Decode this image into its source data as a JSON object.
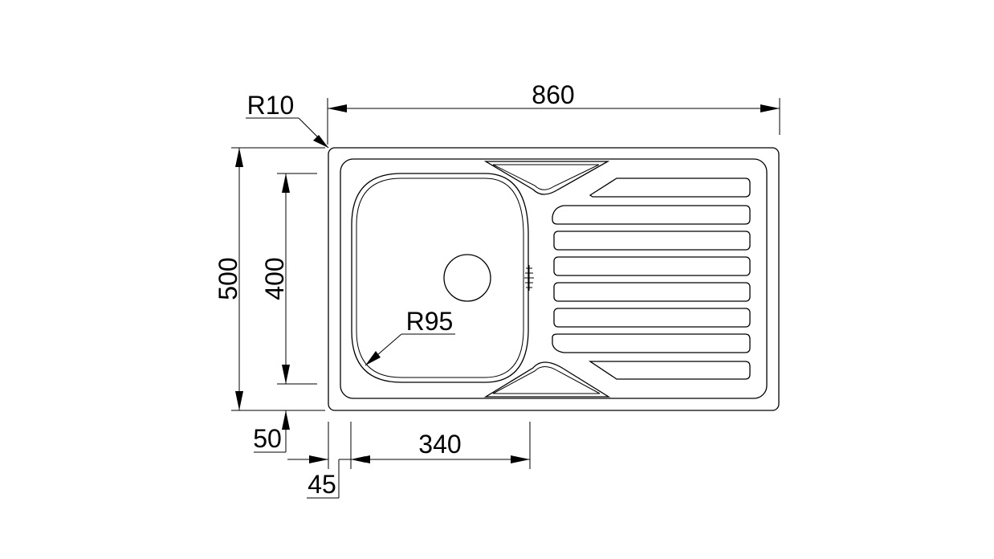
{
  "dimensions": {
    "total_width": "860",
    "total_height": "500",
    "bowl_height": "400",
    "bottom_offset": "50",
    "bowl_width": "340",
    "left_offset": "45",
    "corner_radius": "R10",
    "bowl_radius": "R95"
  },
  "colors": {
    "line": "#000000",
    "background": "#ffffff"
  }
}
